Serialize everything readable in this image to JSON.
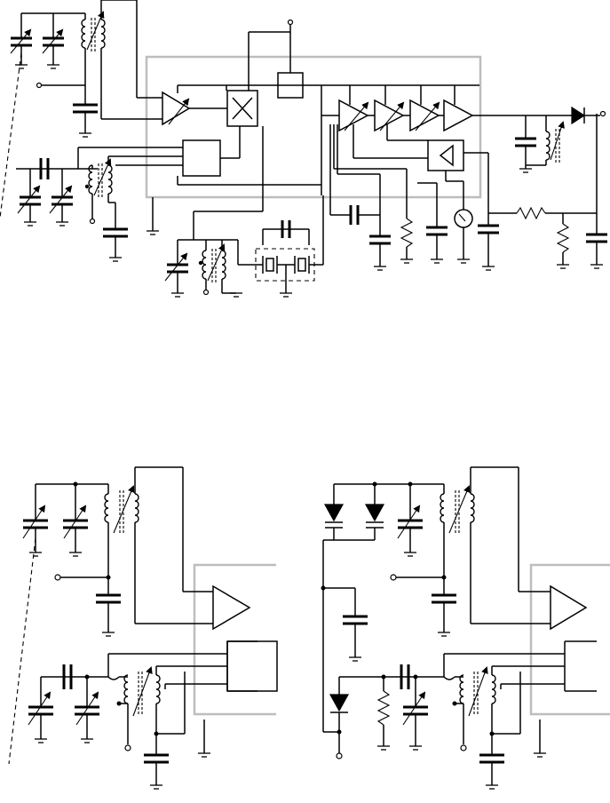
{
  "figure": {
    "diagrams": [
      {
        "id": "receiver-front-end-full"
      },
      {
        "id": "varactor-tuned-front-end-variable-capacitor"
      },
      {
        "id": "varactor-tuned-front-end-diode"
      }
    ],
    "text_labels": []
  },
  "colors": {
    "wire": "#000000",
    "ic_outline": "#bdbdbd",
    "background": "#ffffff"
  }
}
